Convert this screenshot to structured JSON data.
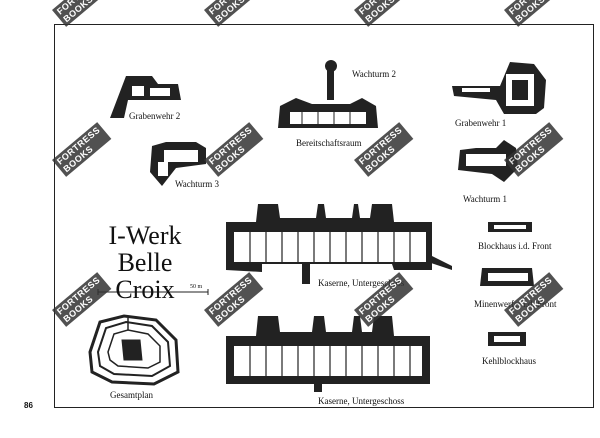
{
  "title": {
    "line1": "I-Werk",
    "line2": "Belle Croix"
  },
  "page_number": "86",
  "scale_label": "50 m",
  "labels": {
    "grabenwehr2": "Grabenwehr 2",
    "wachturm2": "Wachturm 2",
    "grabenwehr1": "Grabenwehr 1",
    "bereitschaftsraum": "Bereitschaftsraum",
    "wachturm3": "Wachturm 3",
    "wachturm1": "Wachturm 1",
    "blockhaus": "Blockhaus i.d. Front",
    "kaserne_ober": "Kaserne, Untergeschoss",
    "minenwerfer": "Minenwerfer i.d. Front",
    "kehlblockhaus": "Kehlblockhaus",
    "gesamtplan": "Gesamtplan",
    "kaserne_unter": "Kaserne, Untergeschoss"
  },
  "watermark": {
    "line1": "FORTRESS",
    "line2": "BOOKS"
  },
  "colors": {
    "ink": "#222222",
    "paper": "#ffffff",
    "watermark": "#333333"
  }
}
